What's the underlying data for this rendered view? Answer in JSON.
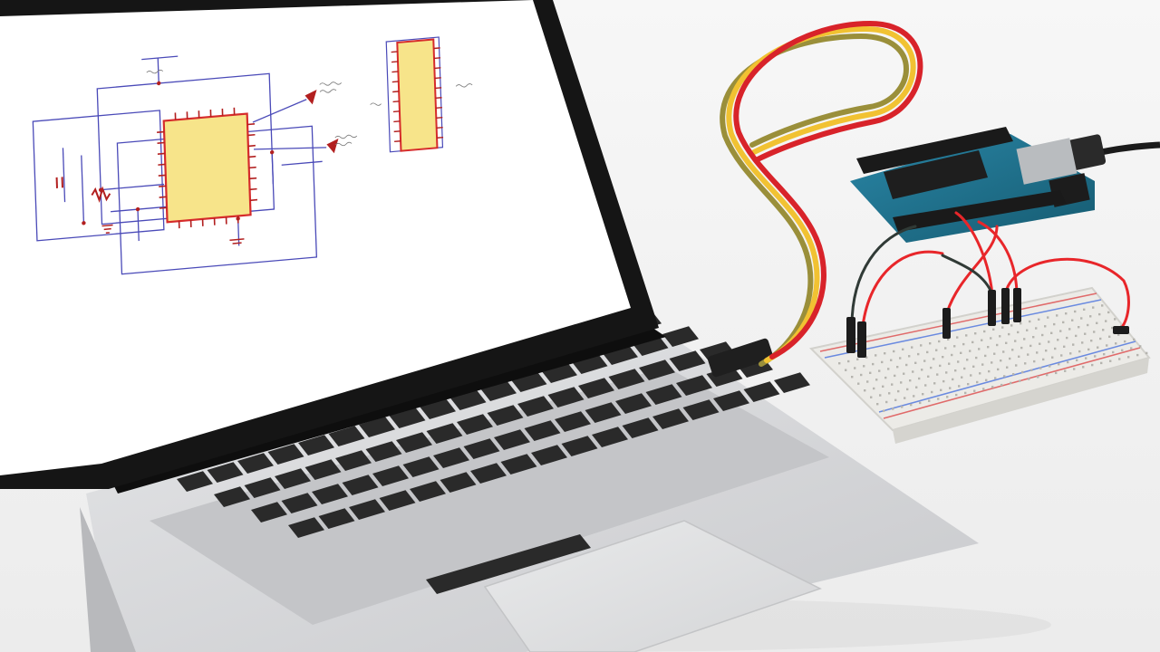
{
  "colors": {
    "background": "#f3f3f3",
    "laptop_body": "#d9dadc",
    "screen_bezel": "#151515",
    "screen": "#ffffff",
    "wire_blue": "#4a4ab8",
    "chip_fill": "#f7e48a",
    "chip_border": "#d62b2b",
    "pin_red": "#b21f1f",
    "key": "#2a2a2a",
    "ribbon_red": "#d8232a",
    "ribbon_yellow": "#f1c232",
    "ribbon_olive": "#9a8f3a",
    "arduino_pcb": "#1d6f8c",
    "breadboard": "#ecebe7",
    "jumper_red": "#e8262a",
    "jumper_dark": "#303a36"
  },
  "schematic": {
    "components": [
      "schematic-chip-main",
      "schematic-chip-secondary"
    ],
    "icons": [
      "resistor-icon",
      "capacitor-icon",
      "led-icon",
      "ground-icon"
    ]
  },
  "objects": [
    "laptop",
    "arduino-board",
    "usb-cable",
    "ribbon-cable",
    "breadboard",
    "jumper-wires"
  ]
}
